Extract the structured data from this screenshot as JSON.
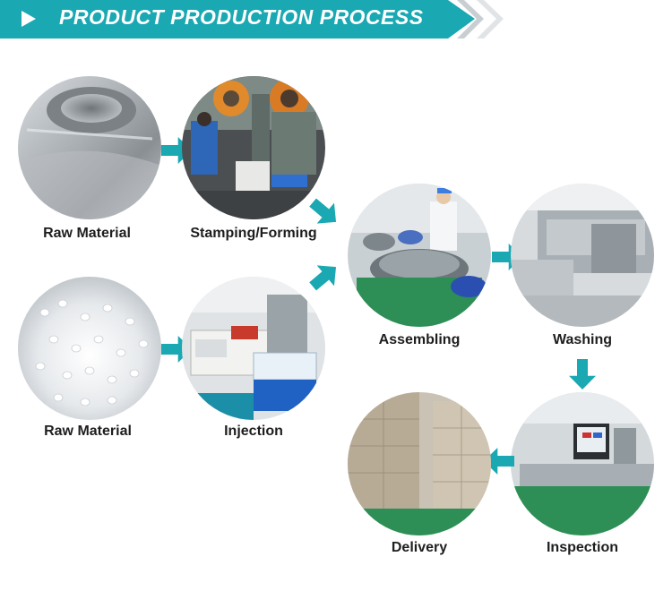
{
  "header": {
    "title": "PRODUCT PRODUCTION PROCESS",
    "icon": "play-icon"
  },
  "steps": {
    "raw_material_metal": {
      "label": "Raw Material"
    },
    "stamping_forming": {
      "label": "Stamping/Forming"
    },
    "raw_material_plastic": {
      "label": "Raw Material"
    },
    "injection": {
      "label": "Injection"
    },
    "assembling": {
      "label": "Assembling"
    },
    "washing": {
      "label": "Washing"
    },
    "inspection": {
      "label": "Inspection"
    },
    "delivery": {
      "label": "Delivery"
    }
  },
  "colors": {
    "accent": "#1aa8b3",
    "chevron": "#c9ced3",
    "label_text": "#1e1e1e"
  }
}
